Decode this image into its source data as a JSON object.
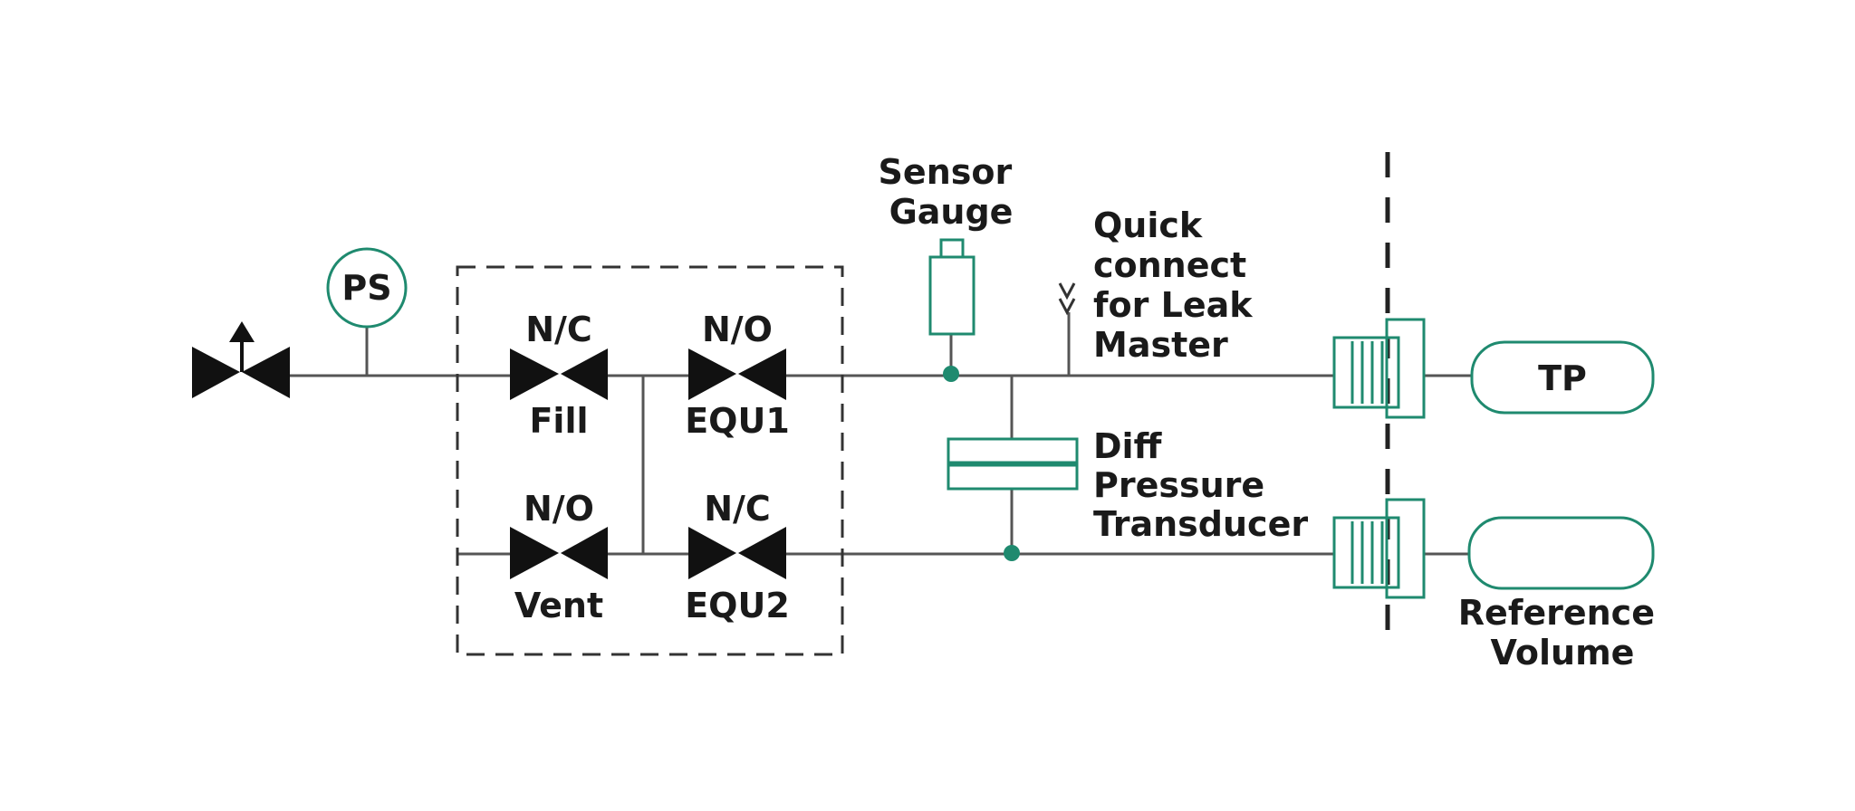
{
  "labels": {
    "ps": "PS",
    "fill_state": "N/C",
    "fill_name": "Fill",
    "equ1_state": "N/O",
    "equ1_name": "EQU1",
    "vent_state": "N/O",
    "vent_name": "Vent",
    "equ2_state": "N/C",
    "equ2_name": "EQU2",
    "sensor_gauge": [
      "Sensor",
      "Gauge"
    ],
    "quick_connect": [
      "Quick",
      "connect",
      "for Leak",
      "Master"
    ],
    "diff_pressure": [
      "Diff",
      "Pressure",
      "Transducer"
    ],
    "tp": "TP",
    "reference_volume": [
      "Reference",
      "Volume"
    ]
  },
  "colors": {
    "accent": "#1f8a6f",
    "component": "#1f8a6f",
    "line": "#555555",
    "valve": "#111111"
  }
}
